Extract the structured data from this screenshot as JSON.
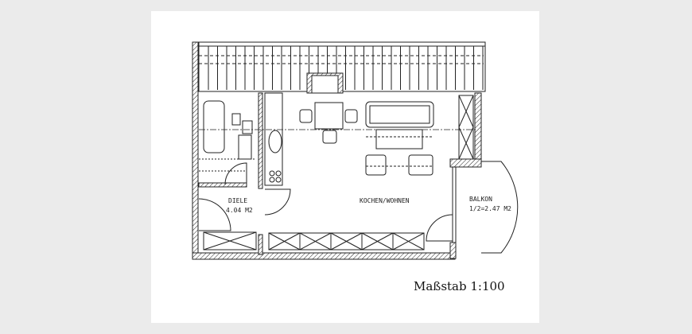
{
  "rooms": {
    "diele": {
      "name": "DIELE",
      "area": "4.04 M2"
    },
    "kochen_wohnen": {
      "name": "KOCHEN/WOHNEN"
    },
    "balkon": {
      "name": "BALKON",
      "area": "1/2=2.47 M2"
    }
  },
  "scale_label": "Maßstab 1:100"
}
